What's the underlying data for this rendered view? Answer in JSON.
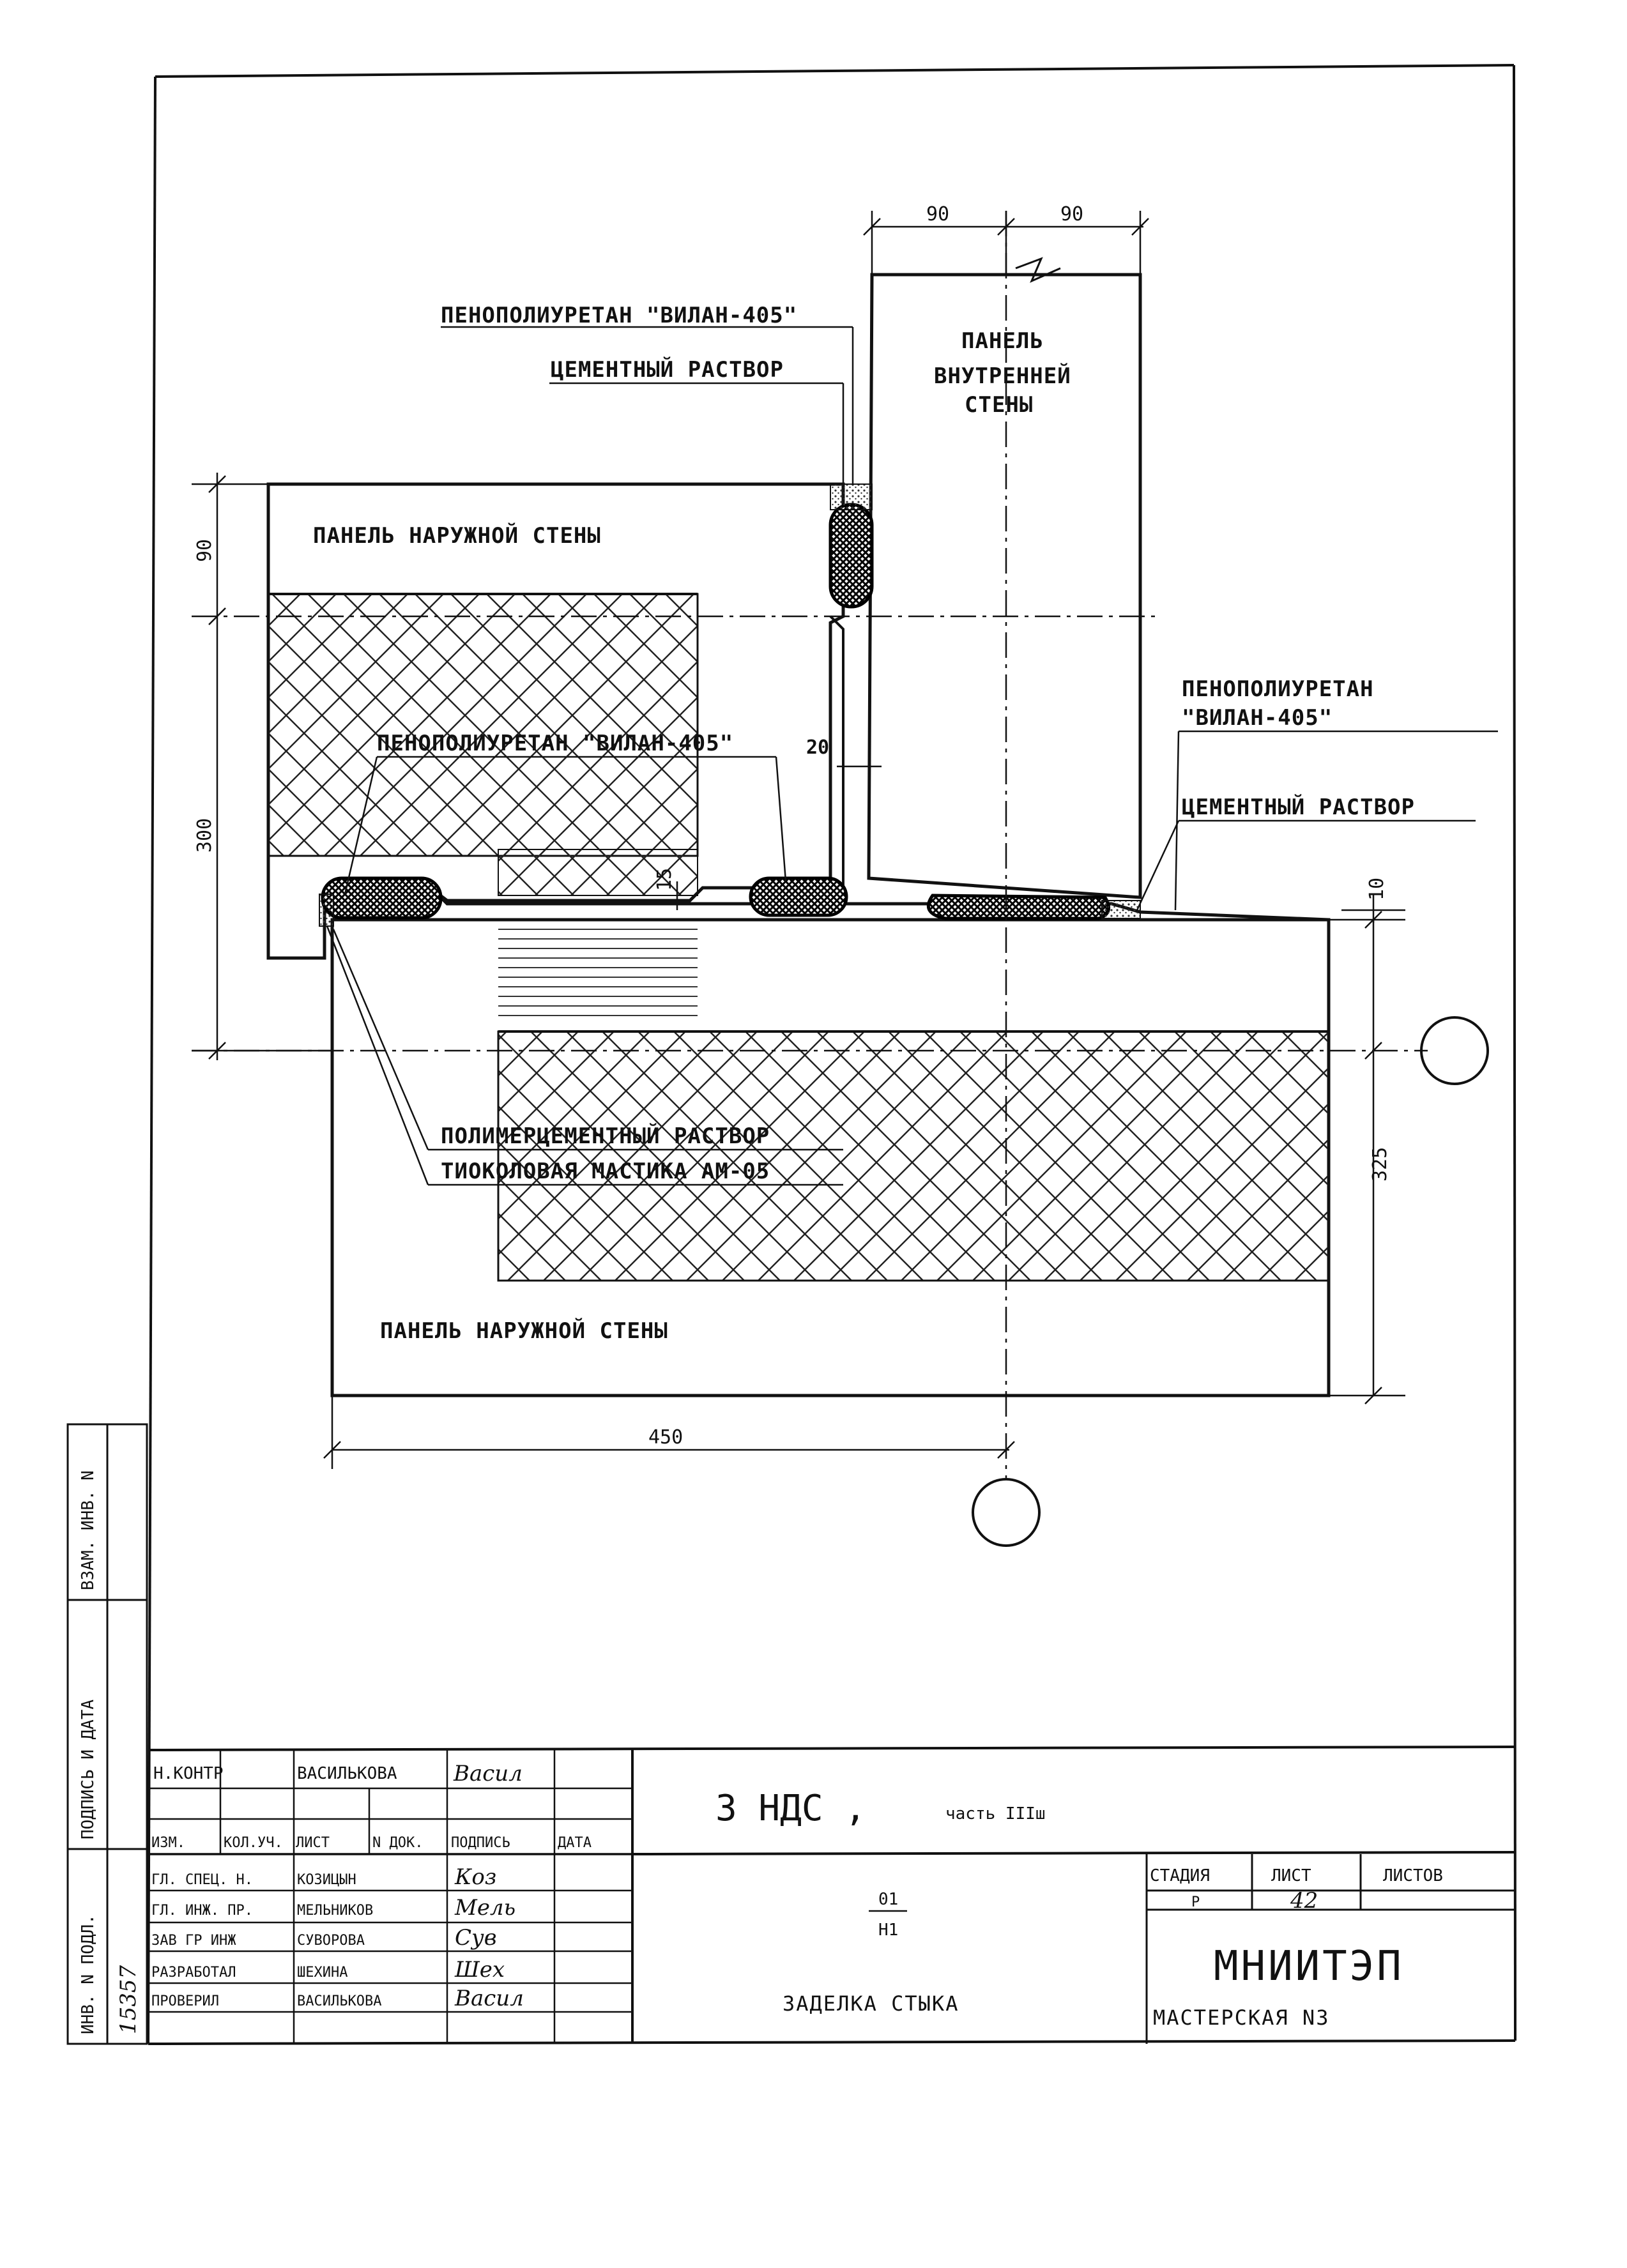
{
  "labels": {
    "foam_top": "ПЕНОПОЛИУРЕТАН \"ВИЛАН-405\"",
    "cement_top": "ЦЕМЕНТНЫЙ РАСТВОР",
    "inner_panel_1": "ПАНЕЛЬ",
    "inner_panel_2": "ВНУТРЕННЕЙ",
    "inner_panel_3": "СТЕНЫ",
    "outer_panel_top": "ПАНЕЛЬ НАРУЖНОЙ СТЕНЫ",
    "foam_mid": "ПЕНОПОЛИУРЕТАН \"ВИЛАН-405\"",
    "foam_right_1": "ПЕНОПОЛИУРЕТАН",
    "foam_right_2": "\"ВИЛАН-405\"",
    "cement_right": "ЦЕМЕНТНЫЙ РАСТВОР",
    "polymer_cement": "ПОЛИМЕРЦЕМЕНТНЫЙ РАСТВОР",
    "thiokol": "ТИОКОЛОВАЯ МАСТИКА АМ-05",
    "outer_panel_bottom": "ПАНЕЛЬ НАРУЖНОЙ СТЕНЫ"
  },
  "dimensions": {
    "d90_a": "90",
    "d90_b": "90",
    "d90_left": "90",
    "d300": "300",
    "d20": "20",
    "d15": "15",
    "d10": "10",
    "d325": "325",
    "d450": "450"
  },
  "side_strip": {
    "vzam": "ВЗАМ. ИНВ. N",
    "podpis": "ПОДПИСЬ И ДАТА",
    "inv": "ИНВ. N ПОДЛ.",
    "inv_value": "15357"
  },
  "title_block": {
    "nkontr_role": "Н.КОНТР",
    "nkontr_name": "ВАСИЛЬКОВА",
    "nkontr_sig": "Васил",
    "headers": [
      "ИЗМ.",
      "КОЛ.УЧ.",
      "ЛИСТ",
      "N ДОК.",
      "ПОДПИСЬ",
      "ДАТА"
    ],
    "rows": [
      {
        "role": "ГЛ. СПЕЦ. Н.",
        "name": "КОЗИЦЫН",
        "sig": "Коз"
      },
      {
        "role": "ГЛ. ИНЖ. ПР.",
        "name": "МЕЛЬНИКОВ",
        "sig": "Мель"
      },
      {
        "role": "ЗАВ ГР ИНЖ",
        "name": "СУВОРОВА",
        "sig": "Сув"
      },
      {
        "role": "РАЗРАБОТАЛ",
        "name": "ШЕХИНА",
        "sig": "Шех"
      },
      {
        "role": "ПРОВЕРИЛ",
        "name": "ВАСИЛЬКОВА",
        "sig": "Васил"
      }
    ],
    "project": "3 НДС ,",
    "part": "часть IIIш",
    "code_top": "01",
    "code_bottom": "Н1",
    "title": "ЗАДЕЛКА СТЫКА",
    "stage_label": "СТАДИЯ",
    "sheet_label": "ЛИСТ",
    "sheets_label": "ЛИСТОВ",
    "stage_value": "Р",
    "sheet_value": "42",
    "org": "МНИИТЭП",
    "workshop": "МАСТЕРСКАЯ N3"
  }
}
